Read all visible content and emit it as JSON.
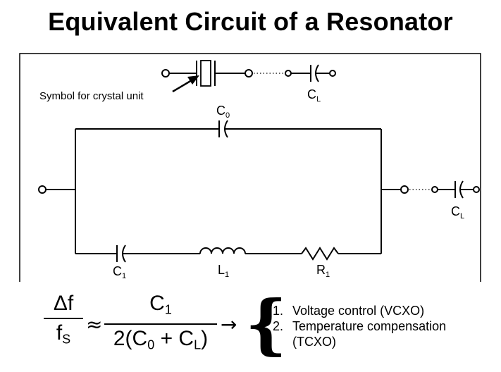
{
  "title": "Equivalent Circuit of a Resonator",
  "symbol": {
    "caption": "Symbol for crystal unit",
    "load_cap": "C",
    "load_cap_sub": "L"
  },
  "circuit": {
    "c0": "C",
    "c0_sub": "0",
    "c1": "C",
    "c1_sub": "1",
    "l1": "L",
    "l1_sub": "1",
    "r1": "R",
    "r1_sub": "1",
    "load_cap": "C",
    "load_cap_sub": "L"
  },
  "formula": {
    "lhs_num": "Δf",
    "lhs_den_f": "f",
    "lhs_den_sub": "S",
    "approx": "≈",
    "rhs_num": "C",
    "rhs_num_sub": "1",
    "rhs_den_pre": "2(C",
    "rhs_den_sub0": "0",
    "rhs_den_mid": " + C",
    "rhs_den_subL": "L",
    "rhs_den_post": ")",
    "arrow": "→",
    "brace": "{"
  },
  "applications": [
    {
      "num": "1.",
      "text": "Voltage control (VCXO)"
    },
    {
      "num": "2.",
      "text": "Temperature compensation"
    },
    {
      "num": "",
      "text": "(TCXO)"
    }
  ]
}
